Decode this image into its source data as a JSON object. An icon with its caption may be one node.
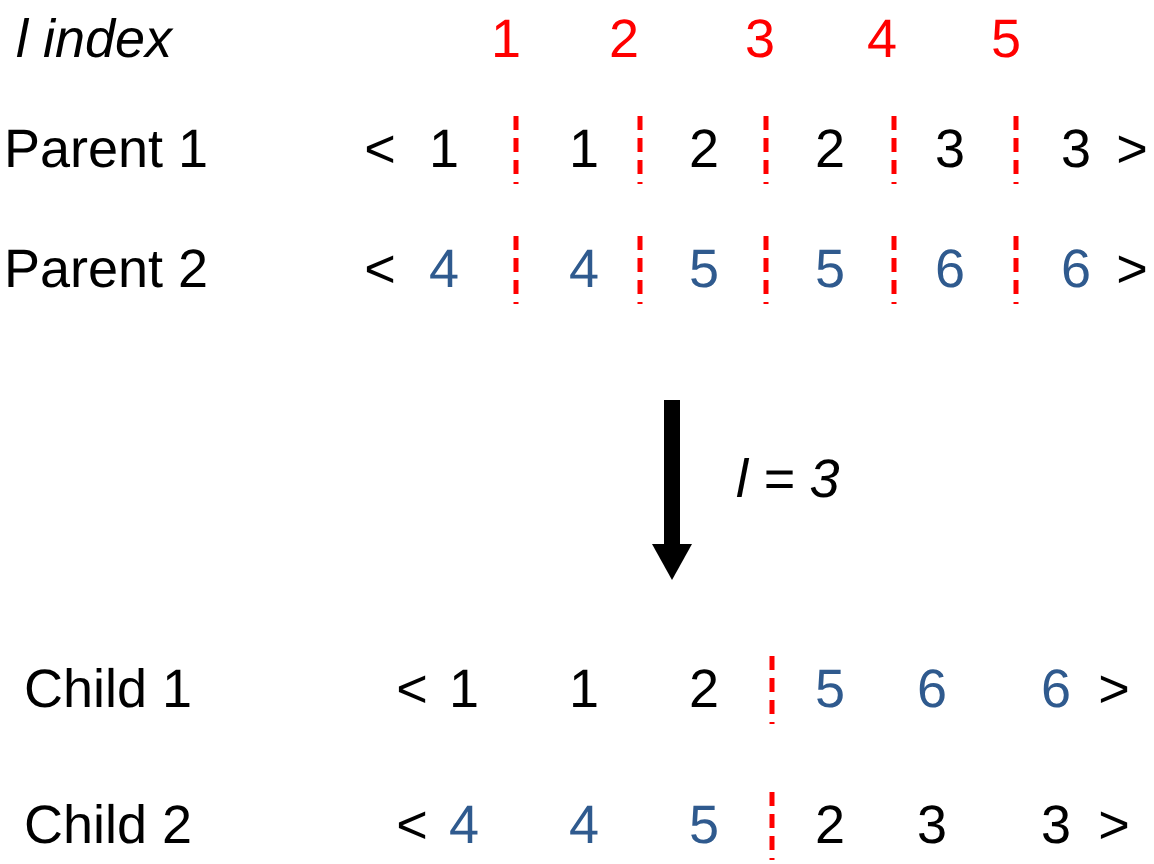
{
  "diagram": {
    "labels": [
      "l index",
      "1",
      "2",
      "3",
      "4",
      "5",
      "Parent 1",
      "<",
      "1",
      "1",
      "2",
      "2",
      "3",
      "3",
      ">",
      "Parent 2",
      "<",
      "4",
      "4",
      "5",
      "5",
      "6",
      "6",
      ">",
      "l = 3",
      "Child 1",
      "<",
      "1",
      "1",
      "2",
      "5",
      "6",
      "6",
      ">",
      "Child 2",
      "<",
      "4",
      "4",
      "5",
      "2",
      "3",
      "3",
      ">"
    ]
  }
}
